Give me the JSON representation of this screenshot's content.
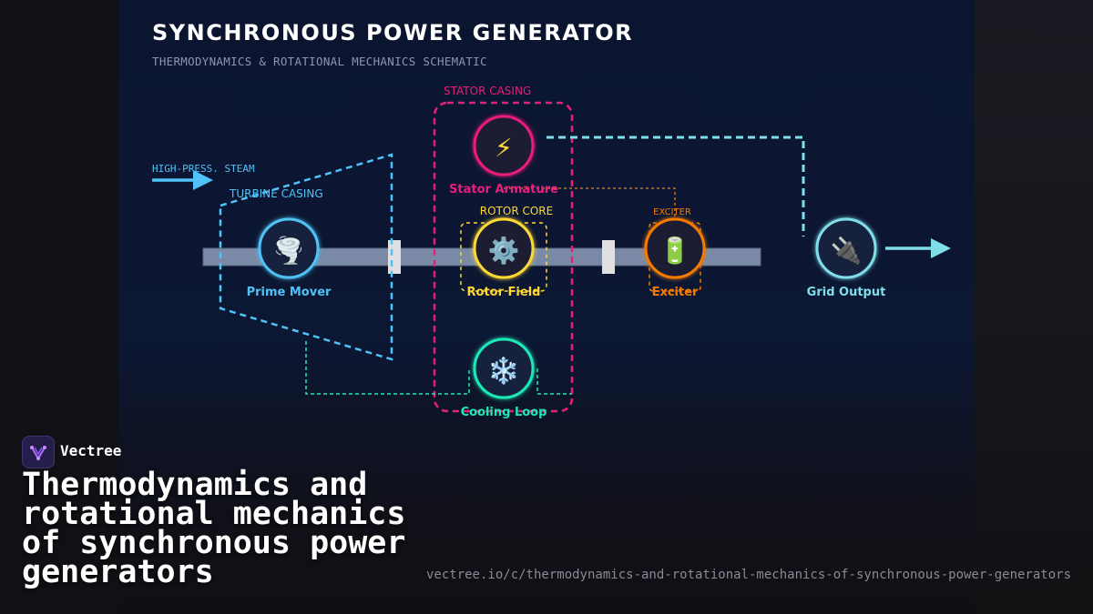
{
  "header": {
    "title": "SYNCHRONOUS POWER GENERATOR",
    "subtitle": "THERMODYNAMICS & ROTATIONAL MECHANICS SCHEMATIC"
  },
  "diagram": {
    "input_label": "HIGH-PRESS. STEAM",
    "groups": {
      "turbine": "TURBINE CASING",
      "stator": "STATOR CASING",
      "rotor": "ROTOR CORE",
      "exciter": "EXCITER"
    },
    "nodes": [
      {
        "id": "prime-mover",
        "label": "Prime Mover",
        "icon": "tornado-icon",
        "glyph": "🌪️",
        "color": "#4fc3f7"
      },
      {
        "id": "stator-armature",
        "label": "Stator Armature",
        "icon": "lightning-icon",
        "glyph": "⚡",
        "color": "#e91e7a"
      },
      {
        "id": "rotor-field",
        "label": "Rotor Field",
        "icon": "gear-icon",
        "glyph": "⚙️",
        "color": "#fdd835"
      },
      {
        "id": "exciter",
        "label": "Exciter",
        "icon": "battery-icon",
        "glyph": "🔋",
        "color": "#f57c00"
      },
      {
        "id": "cooling-loop",
        "label": "Cooling Loop",
        "icon": "snowflake-icon",
        "glyph": "❄️",
        "color": "#1de9b6"
      },
      {
        "id": "grid-output",
        "label": "Grid Output",
        "icon": "plug-icon",
        "glyph": "🔌",
        "color": "#80deea"
      }
    ]
  },
  "brand": {
    "name": "Vectree",
    "headline": "Thermodynamics and rotational mechanics of synchronous power generators",
    "url": "vectree.io/c/thermodynamics-and-rotational-mechanics-of-synchronous-power-generators"
  }
}
